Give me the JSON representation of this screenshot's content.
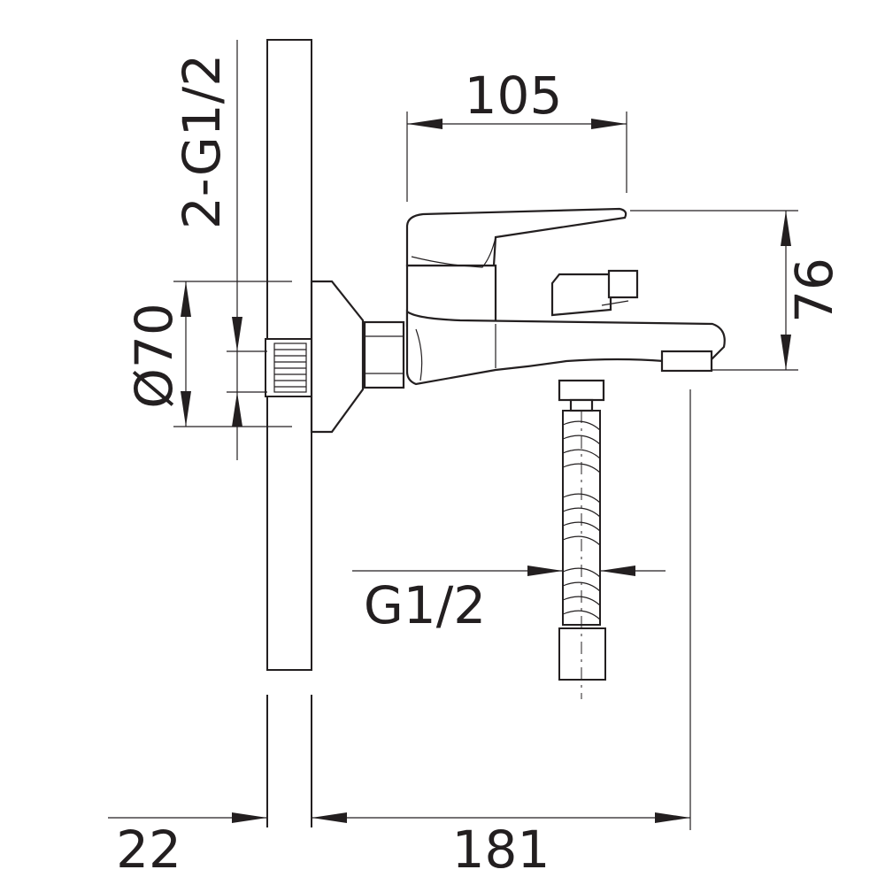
{
  "drawing": {
    "dimensions": {
      "width_top": "105",
      "height_right": "76",
      "wall_thickness": "22",
      "projection": "181",
      "flange_diameter": "Ø70",
      "inlet_thread": "2-G1/2",
      "hose_thread": "G1/2"
    }
  }
}
